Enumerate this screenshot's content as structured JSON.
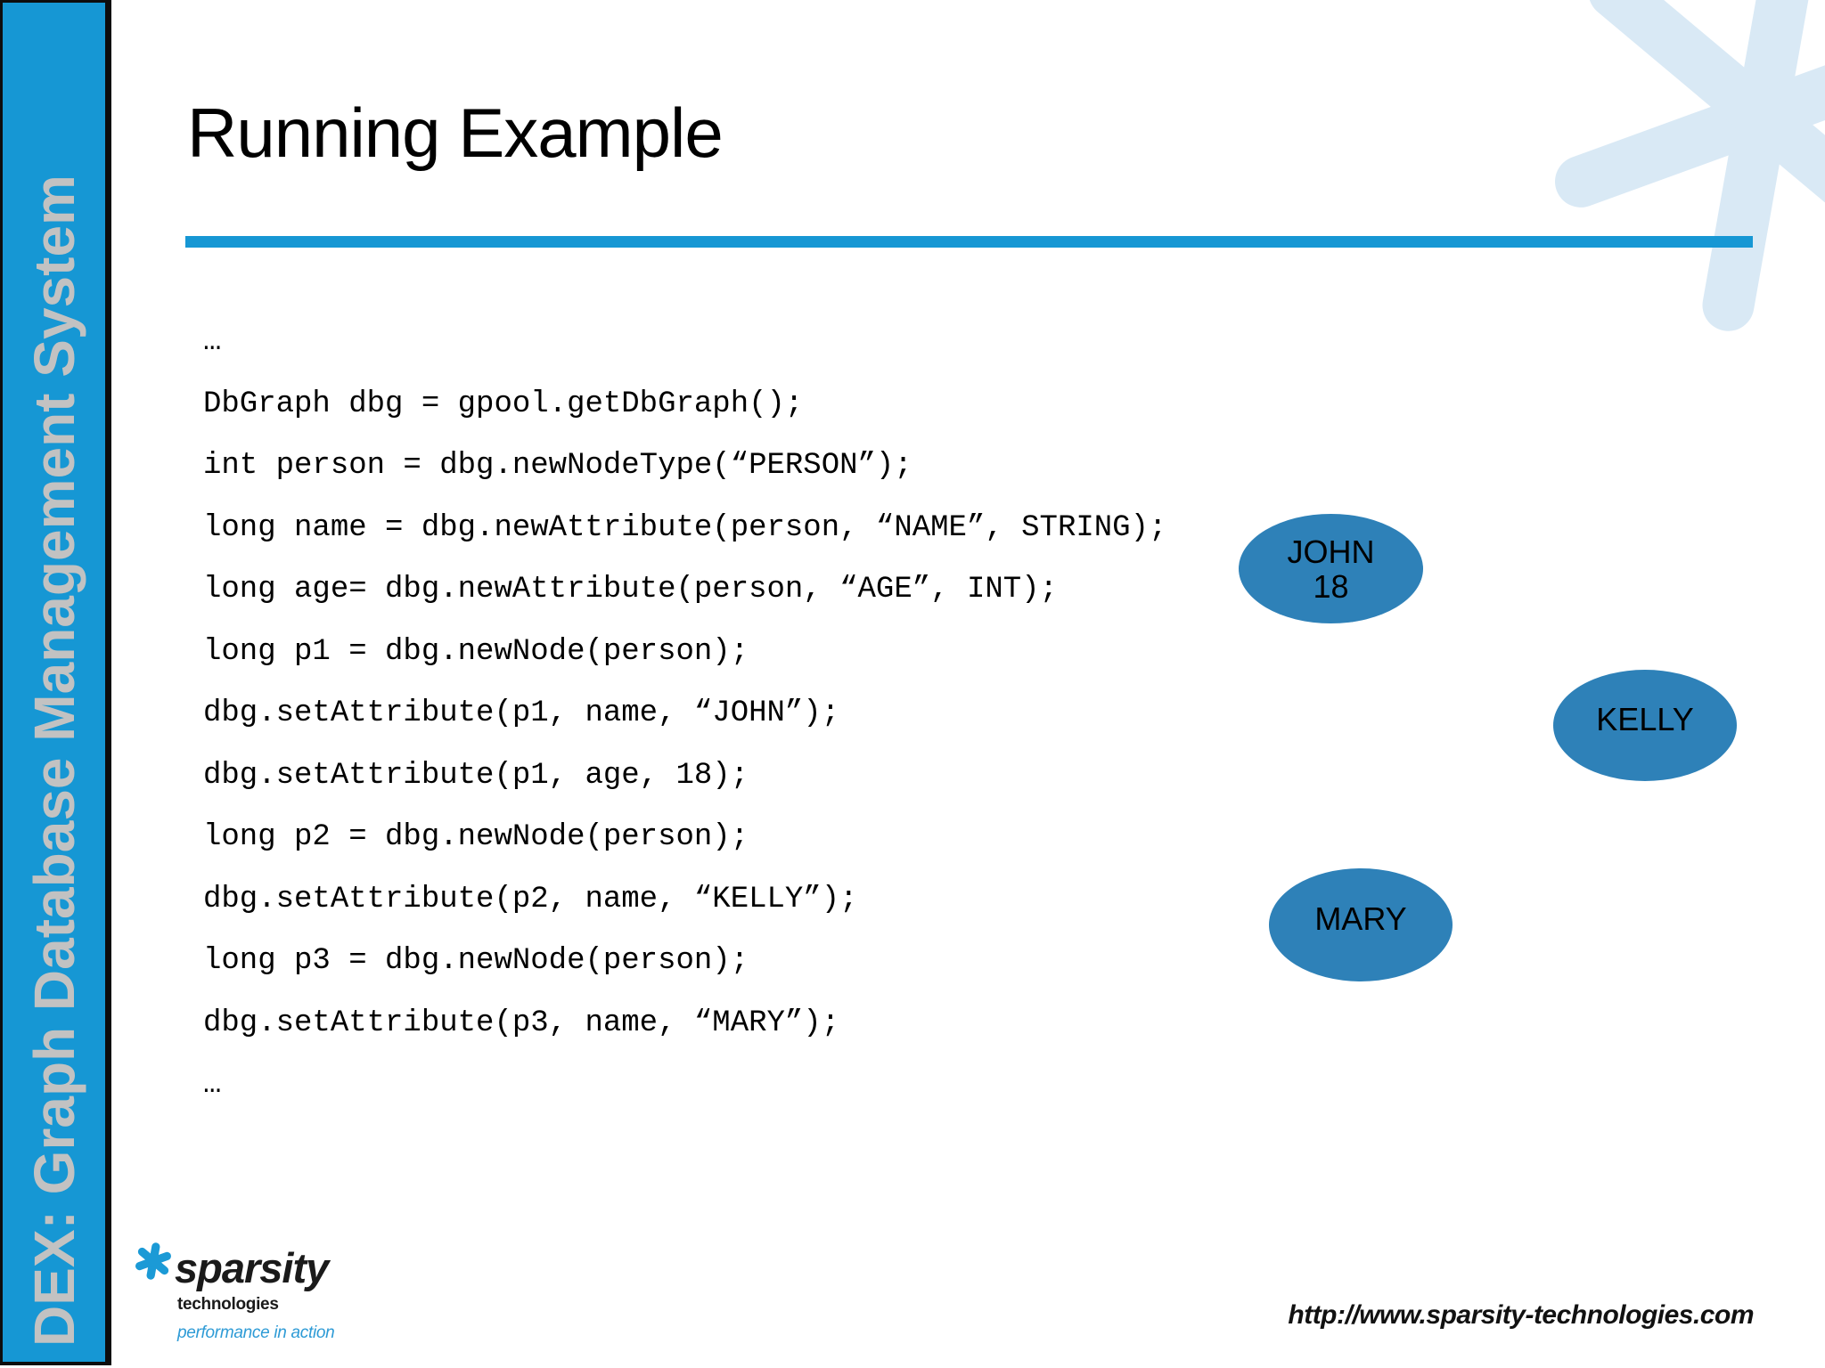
{
  "title": "Running Example",
  "sidebar": {
    "text": "DEX: Graph Database Management System"
  },
  "code": {
    "lines": [
      "…",
      "DbGraph dbg = gpool.getDbGraph();",
      "int person = dbg.newNodeType(“PERSON”);",
      "long name = dbg.newAttribute(person, “NAME”, STRING);",
      "long age= dbg.newAttribute(person, “AGE”, INT);",
      "long p1 = dbg.newNode(person);",
      "dbg.setAttribute(p1, name, “JOHN”);",
      "dbg.setAttribute(p1, age, 18);",
      "long p2 = dbg.newNode(person);",
      "dbg.setAttribute(p2, name, “KELLY”);",
      "long p3 = dbg.newNode(person);",
      "dbg.setAttribute(p3, name, “MARY”);",
      "…"
    ]
  },
  "nodes": [
    {
      "id": "john",
      "lines": [
        "JOHN",
        "18"
      ]
    },
    {
      "id": "kelly",
      "lines": [
        "KELLY"
      ]
    },
    {
      "id": "mary",
      "lines": [
        "MARY"
      ]
    }
  ],
  "logo": {
    "brand": "sparsity",
    "sub": "technologies",
    "tagline": "performance in action"
  },
  "footer": {
    "url": "http://www.sparsity-technologies.com"
  },
  "colors": {
    "accent_blue": "#1697D4",
    "node_blue": "#2E81B8",
    "pale_blue": "#D9E9F5",
    "sidebar_text_gray": "#C2C2C2",
    "logo_tagline_blue": "#2E9BD6"
  }
}
